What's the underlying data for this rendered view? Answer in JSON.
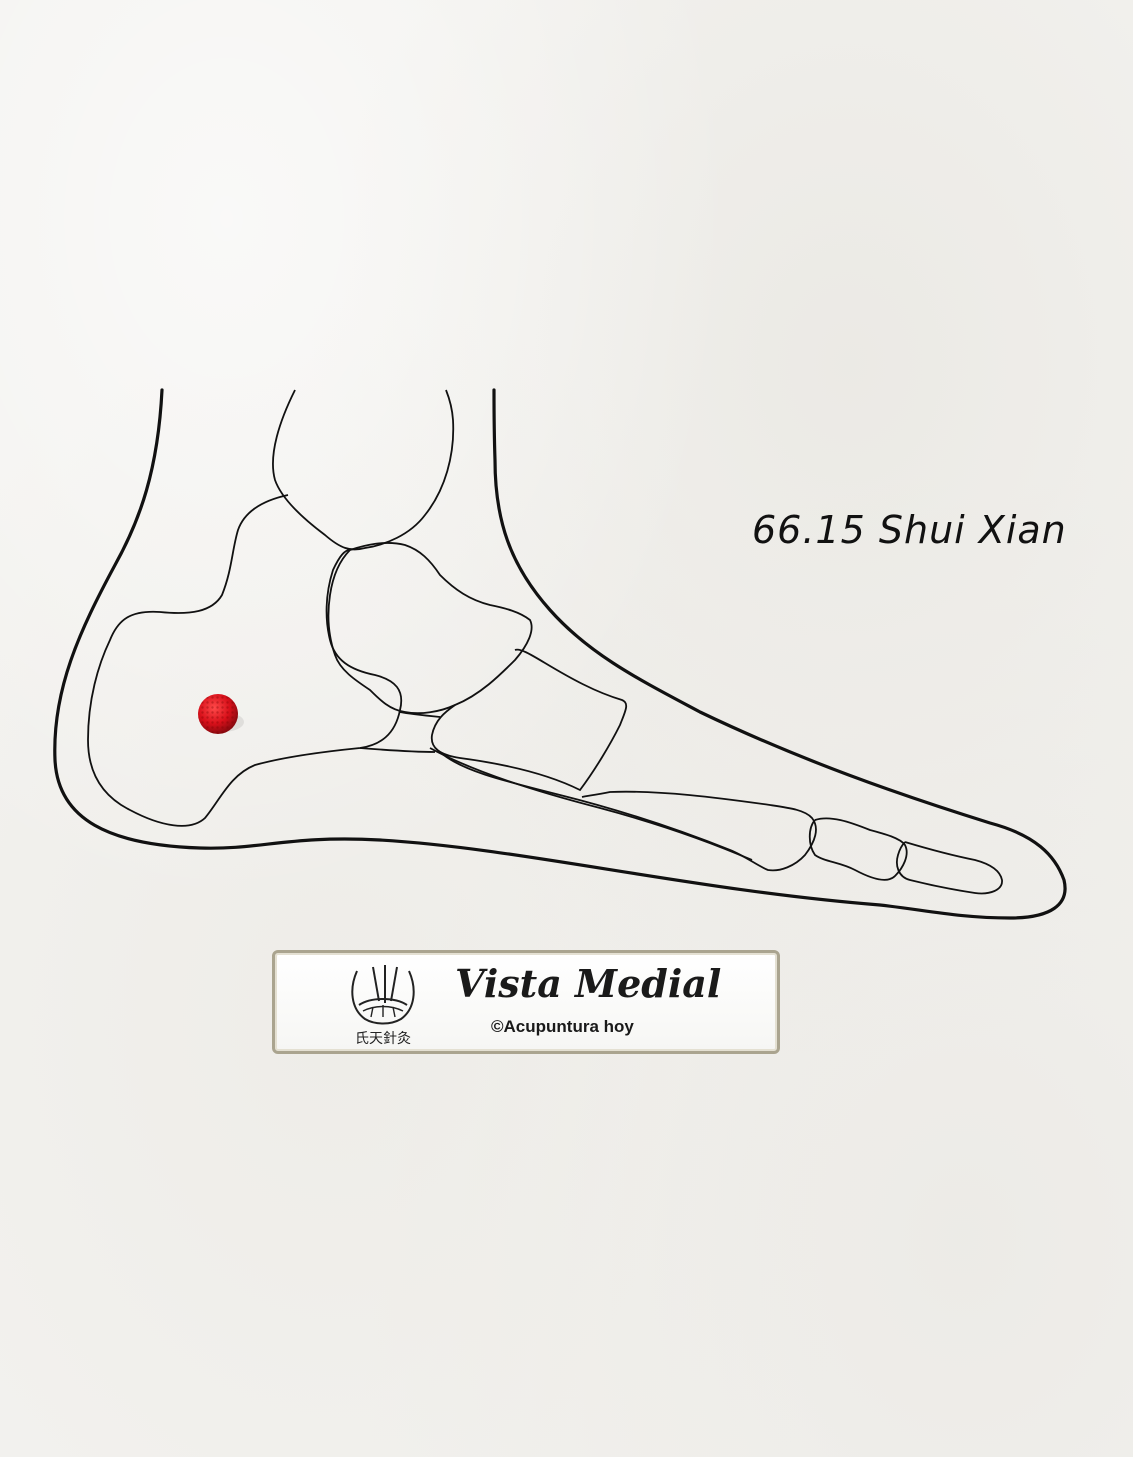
{
  "point_label": "66.15 Shui Xian",
  "plate": {
    "title": "Vista Medial",
    "credit": "©Acupuntura hoy",
    "logo_text": "氏天針灸"
  },
  "colors": {
    "outline": "#111111",
    "point": "#d8101a",
    "background": "#f3f2ef",
    "plate_border": "#aaa48f"
  }
}
